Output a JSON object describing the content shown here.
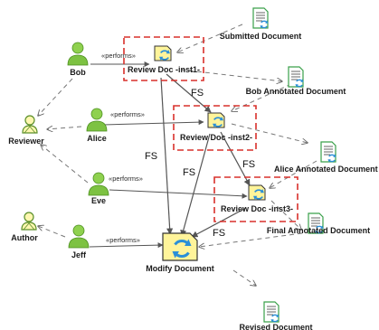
{
  "actors": {
    "bob": "Bob",
    "alice": "Alice",
    "eve": "Eve",
    "jeff": "Jeff"
  },
  "roles": {
    "reviewer": "Reviewer",
    "author": "Author"
  },
  "stereotype": "«performs»",
  "activities": {
    "inst1": "Review Doc -inst1-",
    "inst2": "Review Doc -inst2-",
    "inst3": "Review Doc -inst3-",
    "modify": "Modify Document"
  },
  "documents": {
    "submitted": "Submitted Document",
    "bob_annotated": "Bob Annotated Document",
    "alice_annotated": "Alice Annotated Document",
    "final_annotated": "Final Annotated Document",
    "revised": "Revised Document"
  },
  "flow_label": "FS",
  "colors": {
    "actor_green": "#7dc242",
    "activity_fill": "#fff49a",
    "cycle_blue": "#2a8fd8",
    "dashed_box": "#d9302b",
    "doc_green": "#3aa04a"
  }
}
